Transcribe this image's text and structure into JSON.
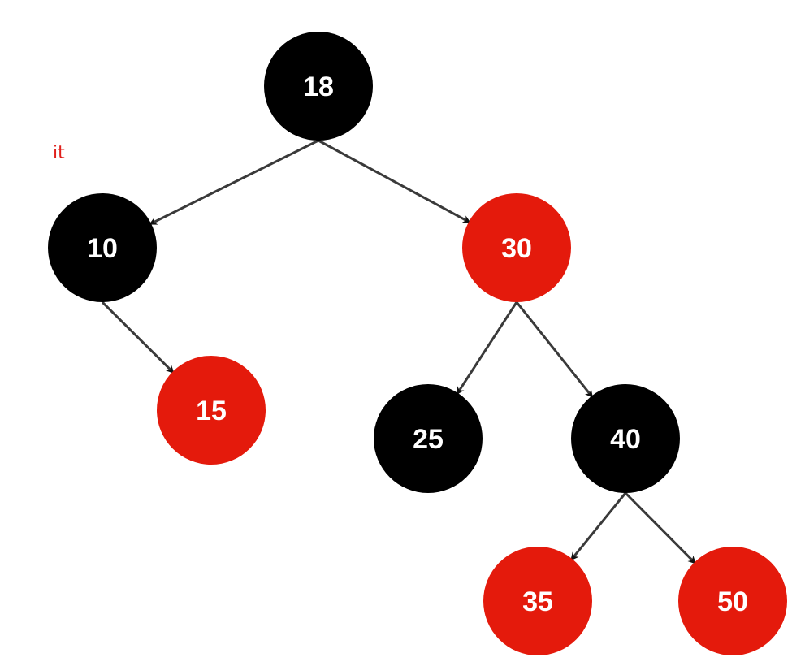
{
  "annotation": "it",
  "colors": {
    "black_node": "#000000",
    "red_node": "#e41a0c",
    "edge": "#3a3a3a",
    "label": "#ffffff",
    "annotation": "#e0201b"
  },
  "tree": {
    "nodes": [
      {
        "id": "n18",
        "label": "18",
        "color": "black"
      },
      {
        "id": "n10",
        "label": "10",
        "color": "black"
      },
      {
        "id": "n30",
        "label": "30",
        "color": "red"
      },
      {
        "id": "n15",
        "label": "15",
        "color": "red"
      },
      {
        "id": "n25",
        "label": "25",
        "color": "black"
      },
      {
        "id": "n40",
        "label": "40",
        "color": "black"
      },
      {
        "id": "n35",
        "label": "35",
        "color": "red"
      },
      {
        "id": "n50",
        "label": "50",
        "color": "red"
      }
    ],
    "edges": [
      {
        "from": "n18",
        "to": "n10"
      },
      {
        "from": "n18",
        "to": "n30"
      },
      {
        "from": "n10",
        "to": "n15"
      },
      {
        "from": "n30",
        "to": "n25"
      },
      {
        "from": "n30",
        "to": "n40"
      },
      {
        "from": "n40",
        "to": "n35"
      },
      {
        "from": "n40",
        "to": "n50"
      }
    ]
  }
}
